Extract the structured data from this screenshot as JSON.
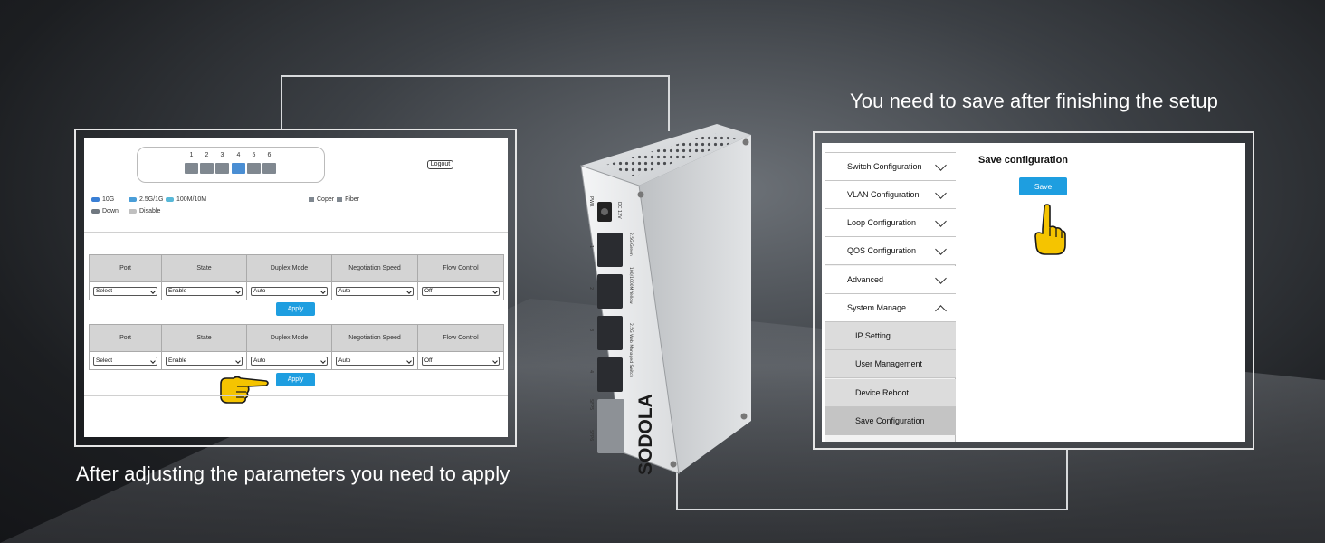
{
  "left_caption": "After adjusting the parameters you need to apply",
  "right_caption": "You need to save after finishing the setup",
  "brand": "SODOLA",
  "switch_ui": {
    "port_numbers": [
      "1",
      "2",
      "3",
      "4",
      "5",
      "6"
    ],
    "logout_label": "Logout",
    "legend": {
      "speed_10g": "10G",
      "speed_2_5g_1g": "2.5G/1G",
      "speed_100m_10m": "100M/10M",
      "down": "Down",
      "disable": "Disable",
      "coper": "Coper",
      "fiber": "Fiber"
    },
    "legend_colors": {
      "10g": "#3a7fd5",
      "2_5g": "#4a9ed8",
      "100m": "#58b8d8",
      "down": "#707880",
      "disable": "#c0c0c0"
    },
    "headers": [
      "Port",
      "State",
      "Duplex Mode",
      "Negotiation Speed",
      "Flow Control"
    ],
    "rows": [
      {
        "port": "Select",
        "state": "Enable",
        "duplex": "Auto",
        "speed": "Auto",
        "flow": "Off"
      },
      {
        "port": "Select",
        "state": "Enable",
        "duplex": "Auto",
        "speed": "Auto",
        "flow": "Off"
      }
    ],
    "apply_label": "Apply"
  },
  "device_labels": {
    "dc": "DC 12V",
    "pwr": "PWR",
    "port_group_a": "2.5G Green",
    "port_group_b": "100/1000M Yellow",
    "model_note": "2.5G Web Managed Switch",
    "ports": [
      "1",
      "2",
      "3",
      "4"
    ],
    "sfp_a": "SFP5",
    "sfp_b": "SFP6"
  },
  "save_ui": {
    "menu": [
      {
        "label": "Switch Configuration",
        "expanded": false
      },
      {
        "label": "VLAN Configuration",
        "expanded": false
      },
      {
        "label": "Loop Configuration",
        "expanded": false
      },
      {
        "label": "QOS Configuration",
        "expanded": false
      },
      {
        "label": "Advanced",
        "expanded": false
      },
      {
        "label": "System Manage",
        "expanded": true
      }
    ],
    "submenu": [
      "IP Setting",
      "User Management",
      "Device Reboot",
      "Save Configuration"
    ],
    "title": "Save configuration",
    "save_label": "Save"
  },
  "colors": {
    "accent": "#1e9ee0",
    "hand": "#f5c400"
  }
}
